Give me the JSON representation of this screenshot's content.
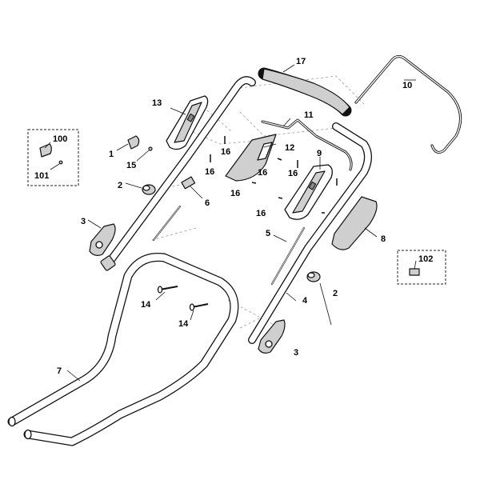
{
  "diagram": {
    "callouts": {
      "c1": "1",
      "c2a": "2",
      "c2b": "2",
      "c3a": "3",
      "c3b": "3",
      "c4": "4",
      "c5": "5",
      "c6": "6",
      "c7": "7",
      "c8": "8",
      "c9": "9",
      "c10": "10",
      "c11": "11",
      "c12": "12",
      "c13": "13",
      "c14a": "14",
      "c14b": "14",
      "c15": "15",
      "c16a": "16",
      "c16b": "16",
      "c16c": "16",
      "c16d": "16",
      "c16e": "16",
      "c16f": "16",
      "c17": "17",
      "c100": "100",
      "c101": "101",
      "c102": "102"
    }
  }
}
